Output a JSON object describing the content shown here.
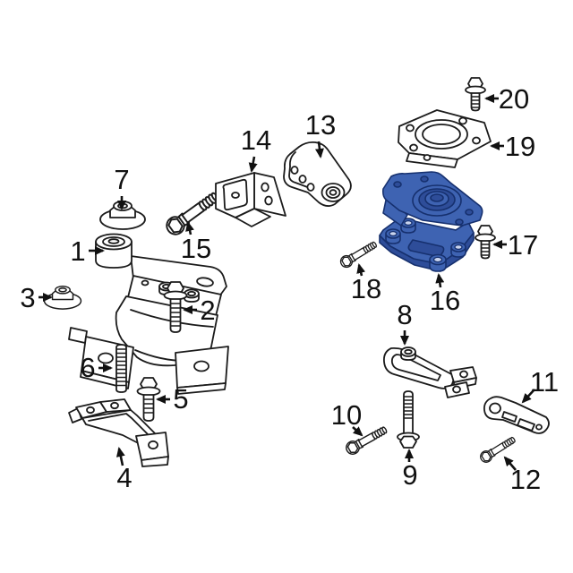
{
  "css_vars": {
    "bg": "#ffffff",
    "line-color": "#1b1b1b",
    "label-color": "#111111",
    "part-fill": "#ffffff",
    "hl-fill": "#3e63b2",
    "hl-dark": "#2e4d99",
    "hl-light": "#c9d4ee",
    "hl-line": "#16306e"
  },
  "diagram": {
    "kind": "exploded parts diagram",
    "highlighted_callout": "16",
    "callouts": [
      {
        "num": "1",
        "part": "engine mount"
      },
      {
        "num": "2",
        "part": "hex flange bolt"
      },
      {
        "num": "3",
        "part": "flange nut"
      },
      {
        "num": "4",
        "part": "support bracket"
      },
      {
        "num": "5",
        "part": "hex flange bolt"
      },
      {
        "num": "6",
        "part": "threaded stud"
      },
      {
        "num": "7",
        "part": "flange nut"
      },
      {
        "num": "8",
        "part": "torque strut"
      },
      {
        "num": "9",
        "part": "long hex flange bolt"
      },
      {
        "num": "10",
        "part": "hex flange bolt"
      },
      {
        "num": "11",
        "part": "strut link bracket"
      },
      {
        "num": "12",
        "part": "hex flange bolt"
      },
      {
        "num": "13",
        "part": "mount bracket arm"
      },
      {
        "num": "14",
        "part": "mount bracket"
      },
      {
        "num": "15",
        "part": "hex flange bolt"
      },
      {
        "num": "16",
        "part": "transmission mount (highlighted blue)"
      },
      {
        "num": "17",
        "part": "hex flange bolt"
      },
      {
        "num": "18",
        "part": "hex flange bolt"
      },
      {
        "num": "19",
        "part": "mount bracket plate"
      },
      {
        "num": "20",
        "part": "hex flange bolt"
      }
    ]
  }
}
